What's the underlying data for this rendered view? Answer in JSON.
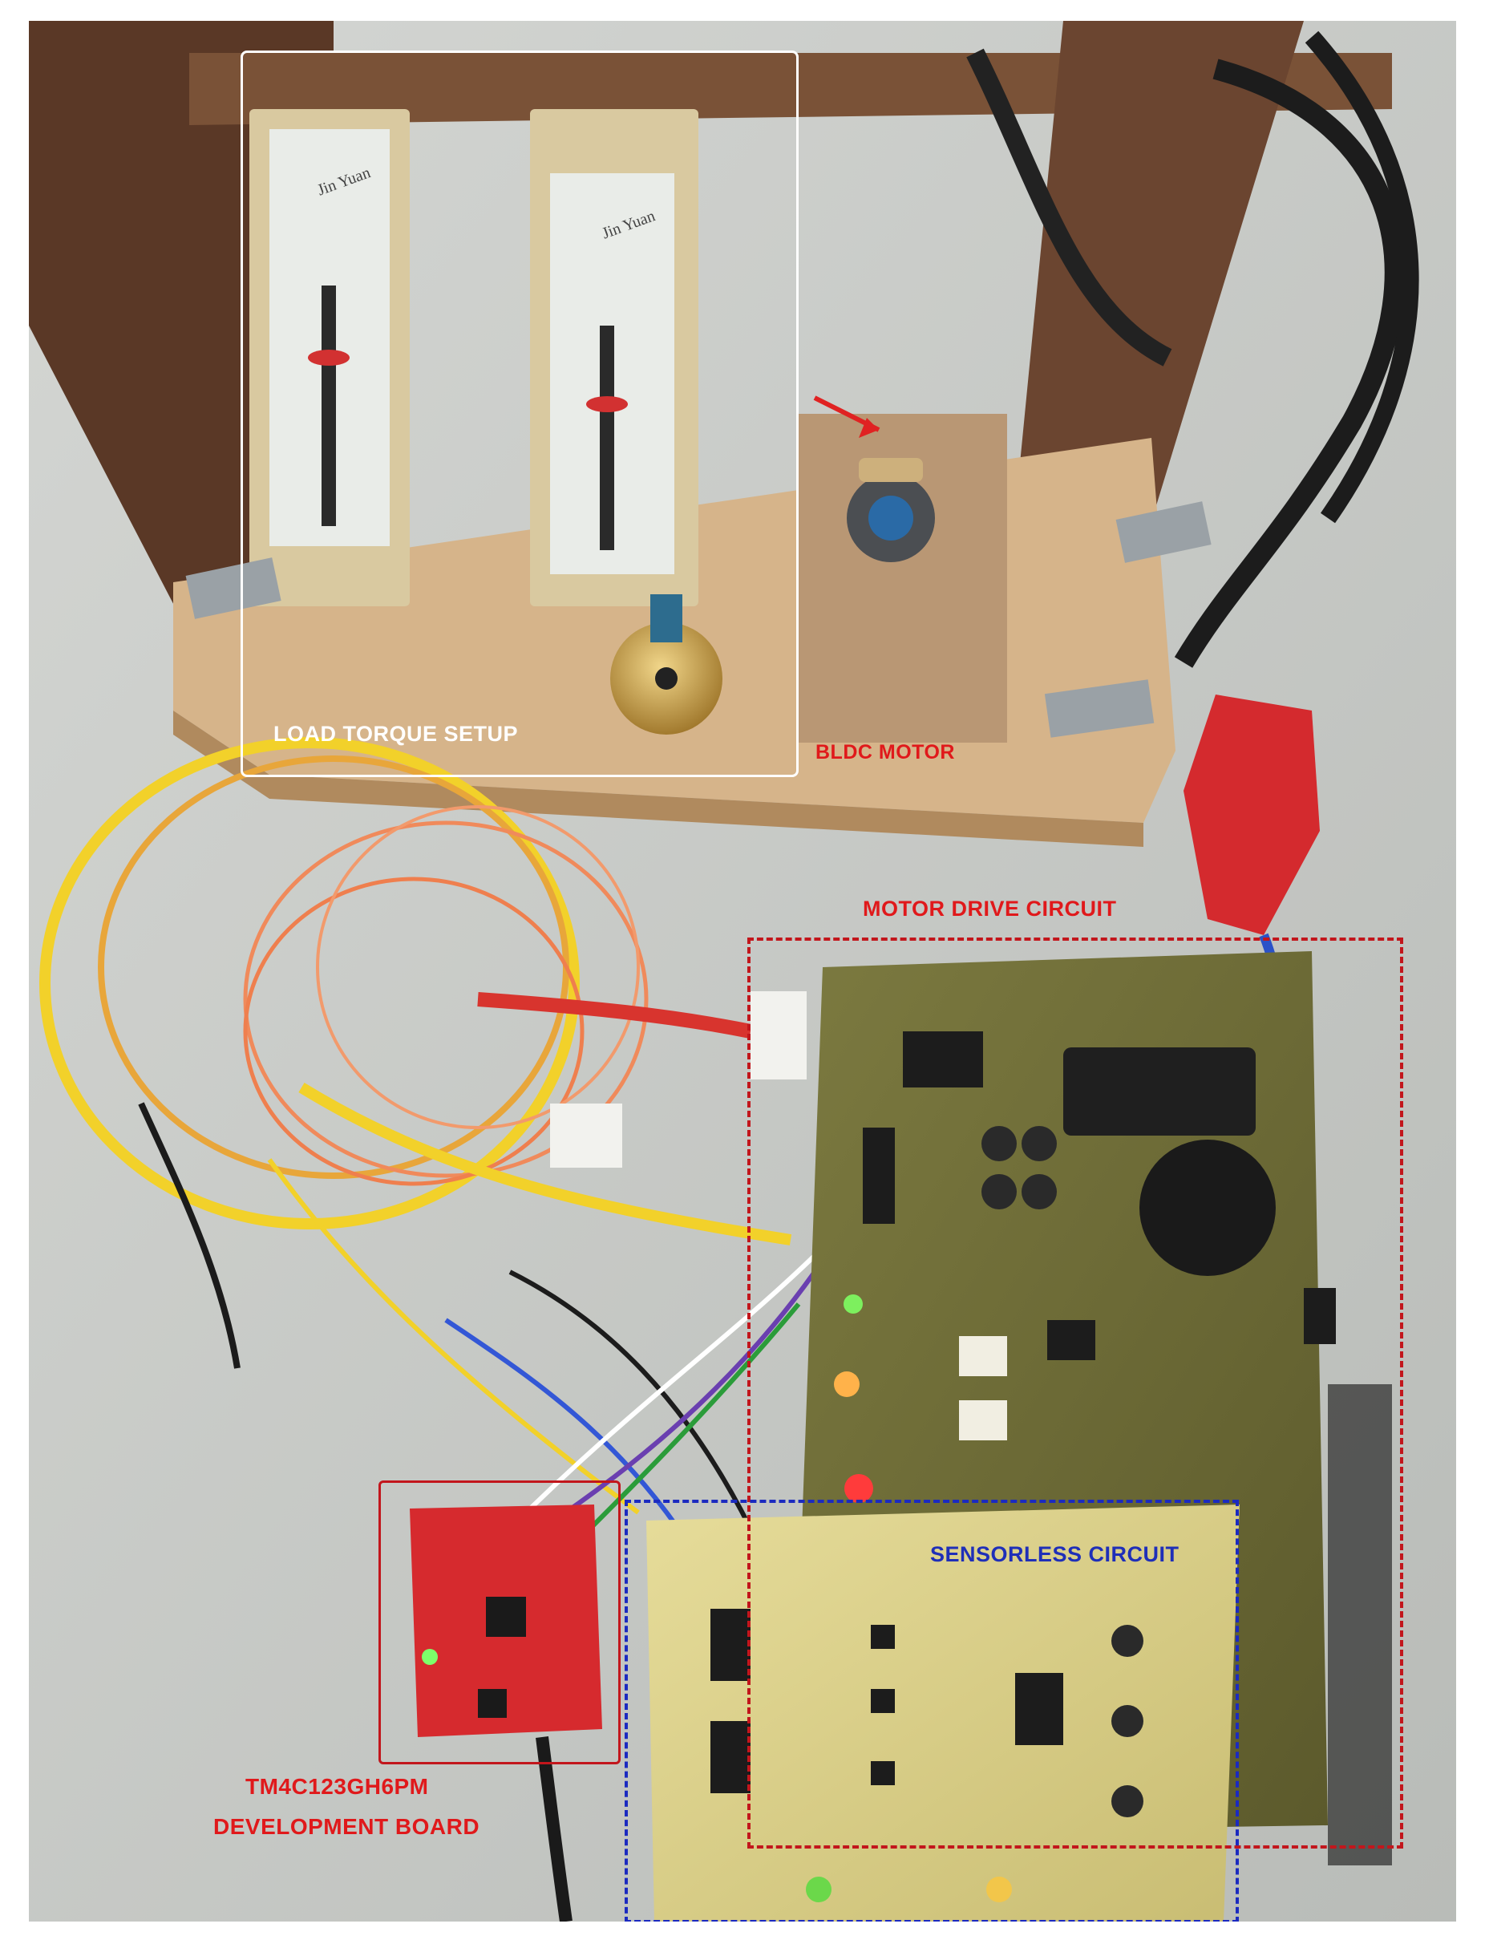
{
  "labels": {
    "load_torque_setup": "LOAD TORQUE SETUP",
    "bldc_motor": "BLDC MOTOR",
    "motor_drive_circuit": "MOTOR DRIVE CIRCUIT",
    "sensorless_circuit": "SENSORLESS CIRCUIT",
    "dev_board_line1": "TM4C123GH6PM",
    "dev_board_line2": "DEVELOPMENT BOARD"
  },
  "scale_brand": "Jin Yuan",
  "colors": {
    "label_white": "#ffffff",
    "label_red": "#e0191b",
    "label_blue": "#1f2fb8",
    "box_red": "#c2161c",
    "box_blue": "#1b2ac0",
    "box_white": "#ffffff"
  }
}
